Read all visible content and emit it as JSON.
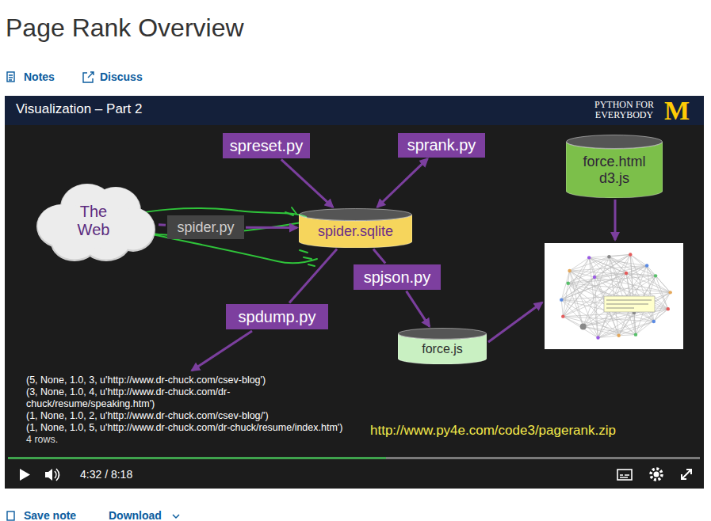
{
  "diagram": {
    "title": "Page Rank Overview",
    "nodes": [
      {
        "text": [
          "spreset.py"
        ]
      },
      {
        "text": [
          "sprank.py"
        ]
      },
      {
        "text": [
          "The Web"
        ]
      },
      {
        "text": [
          "spider.py"
        ]
      },
      {
        "text": [
          "spider.sqlite"
        ]
      },
      {
        "text": [
          "force.html d3.js"
        ]
      },
      {
        "text": [
          "spjson.py"
        ]
      },
      {
        "text": [
          "spdump.py"
        ]
      },
      {
        "text": [
          "force.js"
        ]
      }
    ],
    "edges": [
      {
        "from": 0,
        "to": 4,
        "arrow": "to"
      },
      {
        "from": 4,
        "to": 1,
        "arrow": "both"
      },
      {
        "from": 2,
        "to": 3,
        "arrow": "none"
      },
      {
        "from": 3,
        "to": 4,
        "arrow": "to"
      },
      {
        "from": 4,
        "to": 6,
        "arrow": "none"
      },
      {
        "from": 6,
        "to": 8,
        "arrow": "to"
      },
      {
        "from": 4,
        "to": 7,
        "arrow": "none"
      }
    ],
    "labels": [
      "Notes",
      "Discuss",
      "Visualization – Part 2",
      "PYTHON FOR EVERYBODY",
      "M",
      "(5, None, 1.0, 3, u'http://www.dr-chuck.com/csev-blog')",
      "(3, None, 1.0, 4, u'http://www.dr-chuck.com/dr-chuck/resume/speaking.htm')",
      "(1, None, 1.0, 2, u'http://www.dr-chuck.com/csev-blog/')",
      "(1, None, 1.0, 5, u'http://www.dr-chuck.com/dr-chuck/resume/index.htm')",
      "4 rows.",
      "http://www.py4e.com/code3/pagerank.zip",
      "4:32 / 8:18",
      "Save note",
      "Download"
    ]
  }
}
